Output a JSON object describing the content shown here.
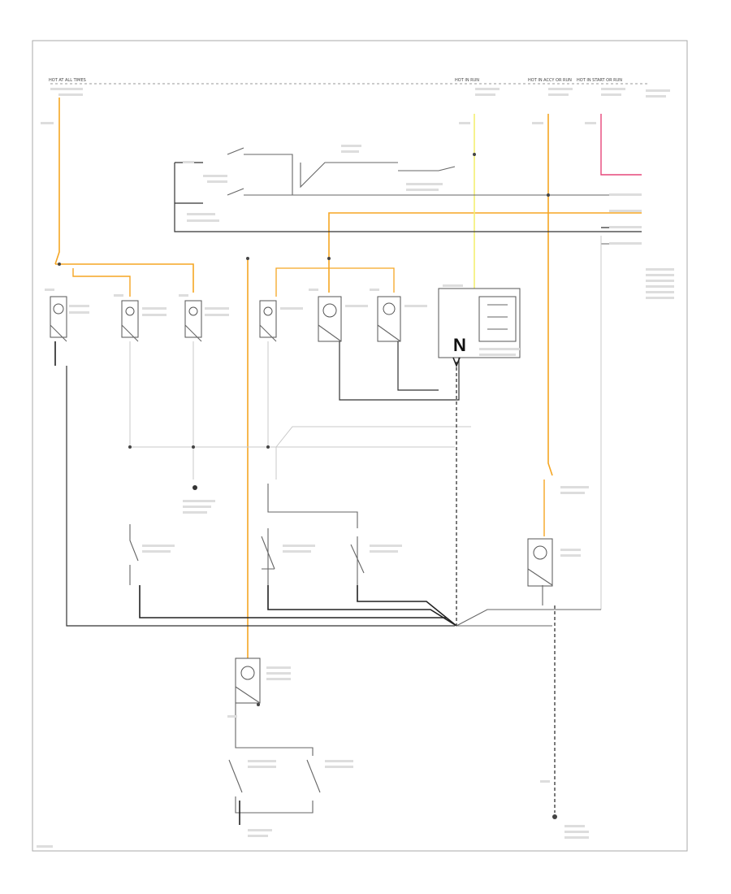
{
  "colors": {
    "orange": "#f5a623",
    "yellow": "#f3ef72",
    "pink": "#e6467a",
    "dark": "#333333",
    "light": "#c8c8c8"
  },
  "symbols": {
    "power_relay_letter": "N"
  },
  "top_labels": [
    "HOT AT ALL TIMES",
    "HOT IN RUN",
    "HOT IN ACCY OR RUN",
    "HOT IN START OR RUN"
  ]
}
